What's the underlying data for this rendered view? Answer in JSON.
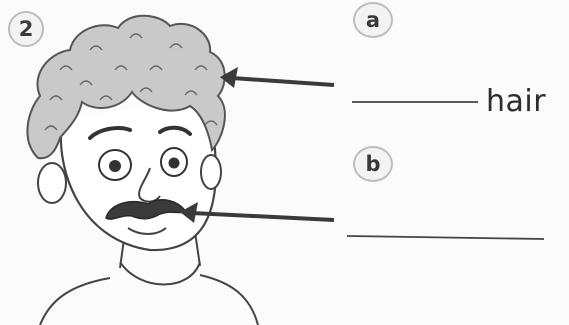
{
  "exercise": {
    "number": "2",
    "labels": [
      {
        "letter": "a",
        "word": "hair"
      },
      {
        "letter": "b",
        "word": ""
      }
    ]
  }
}
